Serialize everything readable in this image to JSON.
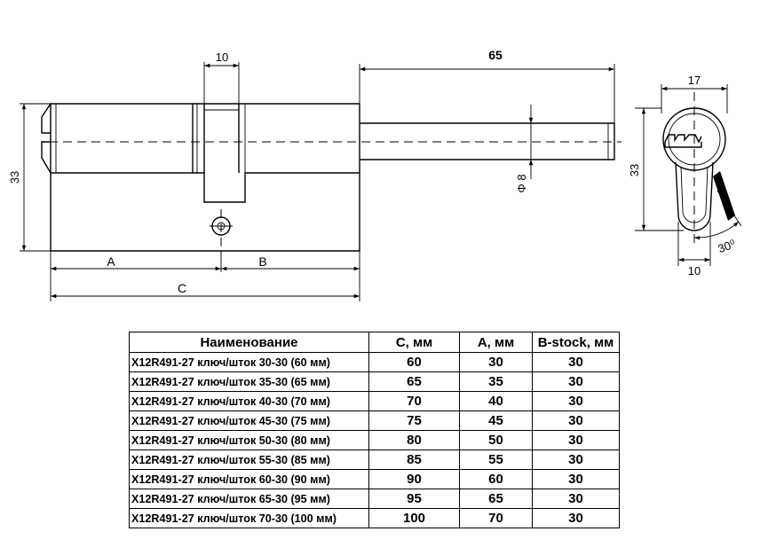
{
  "dimensions": {
    "top_width": "10",
    "key_length": "65",
    "height": "33",
    "pin_diameter": "Φ 8",
    "a_label": "A",
    "b_label": "B",
    "c_label": "C",
    "side_width": "17",
    "side_height": "33",
    "side_bottom": "10",
    "side_angle": "30⁰"
  },
  "table": {
    "headers": [
      "Наименование",
      "C, мм",
      "A, мм",
      "B-stock, мм"
    ],
    "rows": [
      [
        "X12R491-27 ключ/шток 30-30 (60 мм)",
        "60",
        "30",
        "30"
      ],
      [
        "X12R491-27 ключ/шток 35-30 (65 мм)",
        "65",
        "35",
        "30"
      ],
      [
        "X12R491-27 ключ/шток 40-30 (70 мм)",
        "70",
        "40",
        "30"
      ],
      [
        "X12R491-27 ключ/шток 45-30 (75 мм)",
        "75",
        "45",
        "30"
      ],
      [
        "X12R491-27 ключ/шток 50-30 (80 мм)",
        "80",
        "50",
        "30"
      ],
      [
        "X12R491-27 ключ/шток 55-30 (85 мм)",
        "85",
        "55",
        "30"
      ],
      [
        "X12R491-27 ключ/шток 60-30 (90 мм)",
        "90",
        "60",
        "30"
      ],
      [
        "X12R491-27 ключ/шток 65-30 (95 мм)",
        "95",
        "65",
        "30"
      ],
      [
        "X12R491-27 ключ/шток 70-30 (100 мм)",
        "100",
        "70",
        "30"
      ]
    ]
  }
}
